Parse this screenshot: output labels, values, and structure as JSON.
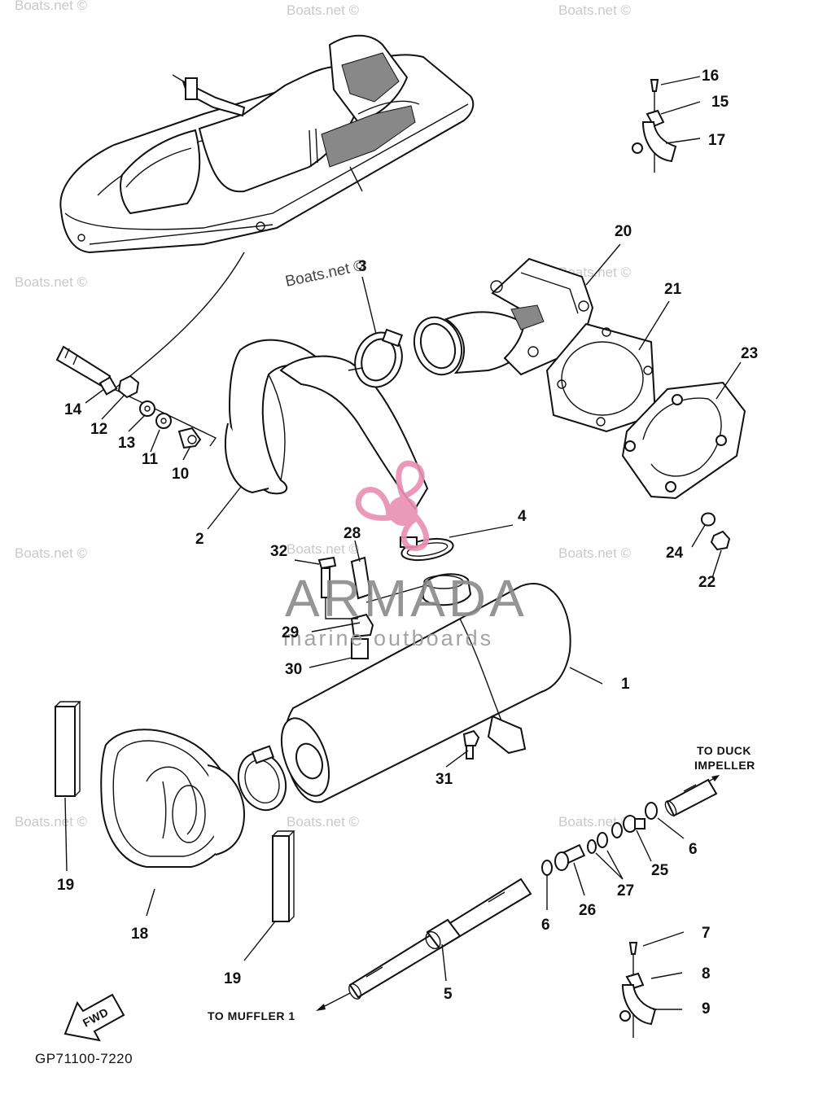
{
  "diagram": {
    "part_code": "GP71100-7220",
    "labels": {
      "p1": "1",
      "p2": "2",
      "p3": "3",
      "p4": "4",
      "p5": "5",
      "p6a": "6",
      "p6b": "6",
      "p7": "7",
      "p8": "8",
      "p9": "9",
      "p10": "10",
      "p11": "11",
      "p12": "12",
      "p13": "13",
      "p14": "14",
      "p15": "15",
      "p16": "16",
      "p17": "17",
      "p18": "18",
      "p19a": "19",
      "p19b": "19",
      "p20": "20",
      "p21": "21",
      "p22": "22",
      "p23": "23",
      "p24": "24",
      "p25": "25",
      "p26": "26",
      "p27": "27",
      "p28": "28",
      "p29": "29",
      "p30": "30",
      "p31": "31",
      "p32": "32"
    },
    "notes": {
      "to_duck_line1": "TO DUCK",
      "to_duck_line2": "IMPELLER",
      "to_muffler": "TO MUFFLER 1",
      "fwd": "FWD"
    },
    "watermark": {
      "text": "Boats.net ©",
      "brand": "ARMADA",
      "brand_sub": "marine outboards"
    }
  }
}
